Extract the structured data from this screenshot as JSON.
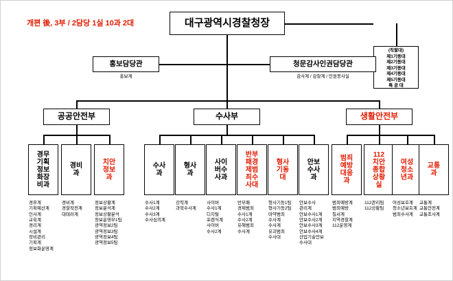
{
  "caption": "개편 後, 3부 / 2담당 1실 10과 2대",
  "root": {
    "label": "대구광역시경찰청장"
  },
  "staff_right_stack": {
    "label": "(직할대)\n제1기동대\n제2기동대\n제3기동대\n제4기동대\n제5기동대\n특 공 대"
  },
  "staff": [
    {
      "name": "홍보담당관",
      "label": "홍보담당관",
      "sub": "홍보계"
    },
    {
      "name": "청문감사인권담당관",
      "label": "청문감사인권담당관",
      "sub": "감사계 / 감찰계 / 민원봉사실"
    }
  ],
  "divisions": [
    {
      "name": "공공안전부",
      "label": "공공안전부",
      "red": false
    },
    {
      "name": "수사부",
      "label": "수사부",
      "red": false
    },
    {
      "name": "생활안전부",
      "label": "생활안전부",
      "red": true
    }
  ],
  "units": [
    {
      "name": "경무기획정보화장비과",
      "label": "경무\n기획\n정보\n화장\n비과",
      "red": false,
      "sub": "경무계\n기획예산계\n인사계\n교육계\n경리계\n시설계\n장비관리\n기획계\n정보화운영계"
    },
    {
      "name": "경비과",
      "label": "경비\n과",
      "red": false,
      "sub": "경비계\n경찰작전계\n대테러계"
    },
    {
      "name": "치안정보과",
      "label": "치안\n정보\n과",
      "red": true,
      "sub": "정보상황계\n정보분석계\n정보상황분석\n정보운영부1팀\n광역정보2팀\n광역정보3팀\n광역정보4팀\n광역정보5팀"
    },
    {
      "name": "수사과",
      "label": "수사\n과",
      "red": false,
      "sub": "수사1계\n수사2계\n수사3계\n수사심의계"
    },
    {
      "name": "형사과",
      "label": "형사\n과",
      "red": false,
      "sub": "강력계\n과학수사계"
    },
    {
      "name": "사이버수사과",
      "label": "사이\n버수\n사과",
      "red": false,
      "sub": "사이버\n수사1계\n디지털\n포렌식계\n사이버\n수사2계"
    },
    {
      "name": "반부패경제범죄수사대",
      "label": "반부\n패경\n제범\n죄수\n사대",
      "red": true,
      "sub": "반부패·\n경제범죄\n수사1계\n수사2계\n유해범죄\n수사계"
    },
    {
      "name": "형사기동대",
      "label": "형사\n기동\n대",
      "red": true,
      "sub": "형사기동1팀\n형사기동2팀\n마약범죄\n수사계\n수사계\n유괴범죄\n수사대"
    },
    {
      "name": "안보수사과",
      "label": "안보\n수사\n과",
      "red": false,
      "sub": "안보수사\n관리계\n안보수사1계\n안보수사2계\n안보수사3계\n안보수사4계\n산업기술안보\n수사대"
    },
    {
      "name": "범죄예방대응과",
      "label": "범죄\n예방\n대응\n과",
      "red": true,
      "sub": "범죄예방계\n범죄예방\n질서계\n지역경찰계\n112운영계"
    },
    {
      "name": "112치안종합상황실",
      "label": "112\n치안\n종합\n상황\n실",
      "red": true,
      "sub": "112관리팀\n112상황팀"
    },
    {
      "name": "여성청소년과",
      "label": "여성\n청소\n년과",
      "red": true,
      "sub": "여성보호계\n청소년보호계\n범죄수사계"
    },
    {
      "name": "교통과",
      "label": "교통\n과",
      "red": true,
      "sub": "교통계\n교통안전계\n교통조사계"
    }
  ]
}
